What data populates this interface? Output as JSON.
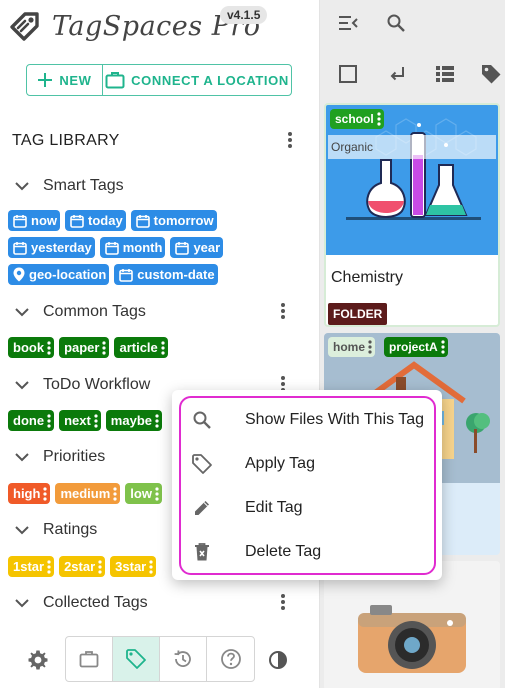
{
  "app": {
    "name": "TagSpaces Pro",
    "version": "v4.1.5",
    "accent": "#1fb48d"
  },
  "actions": {
    "new_label": "NEW",
    "connect_label": "CONNECT A LOCATION"
  },
  "tag_library": {
    "title": "TAG LIBRARY",
    "groups": [
      {
        "name": "Smart Tags"
      },
      {
        "name": "Common Tags"
      },
      {
        "name": "ToDo Workflow"
      },
      {
        "name": "Priorities"
      },
      {
        "name": "Ratings"
      },
      {
        "name": "Collected Tags"
      }
    ],
    "smart_tags": [
      {
        "label": "now",
        "icon": "calendar-icon"
      },
      {
        "label": "today",
        "icon": "calendar-icon"
      },
      {
        "label": "tomorrow",
        "icon": "calendar-icon"
      },
      {
        "label": "yesterday",
        "icon": "calendar-icon"
      },
      {
        "label": "month",
        "icon": "calendar-icon"
      },
      {
        "label": "year",
        "icon": "calendar-icon"
      },
      {
        "label": "geo-location",
        "icon": "location-pin-icon"
      },
      {
        "label": "custom-date",
        "icon": "calendar-icon"
      }
    ],
    "common_tags": [
      "book",
      "paper",
      "article"
    ],
    "todo_tags": [
      "done",
      "next",
      "maybe"
    ],
    "priority_tags": [
      "high",
      "medium",
      "low"
    ],
    "rating_tags": [
      "1star",
      "2star",
      "3star"
    ],
    "colors": {
      "smart": "#2d8ce6",
      "common": "#0b7a0b",
      "high": "#f05a28",
      "medium": "#f29b3b",
      "low": "#7fc24b",
      "rating": "#f5c400"
    }
  },
  "context_menu": {
    "items": [
      {
        "label": "Show Files With This Tag",
        "icon": "search-icon"
      },
      {
        "label": "Apply Tag",
        "icon": "tag-icon"
      },
      {
        "label": "Edit Tag",
        "icon": "pencil-icon"
      },
      {
        "label": "Delete Tag",
        "icon": "trash-icon"
      }
    ],
    "highlight_color": "#e02bd0"
  },
  "files": [
    {
      "tags": [
        "school"
      ],
      "description": "Organic",
      "title": "Chemistry",
      "badge": "FOLDER"
    },
    {
      "tags": [
        "home",
        "projectA"
      ]
    },
    {
      "tags": []
    }
  ]
}
